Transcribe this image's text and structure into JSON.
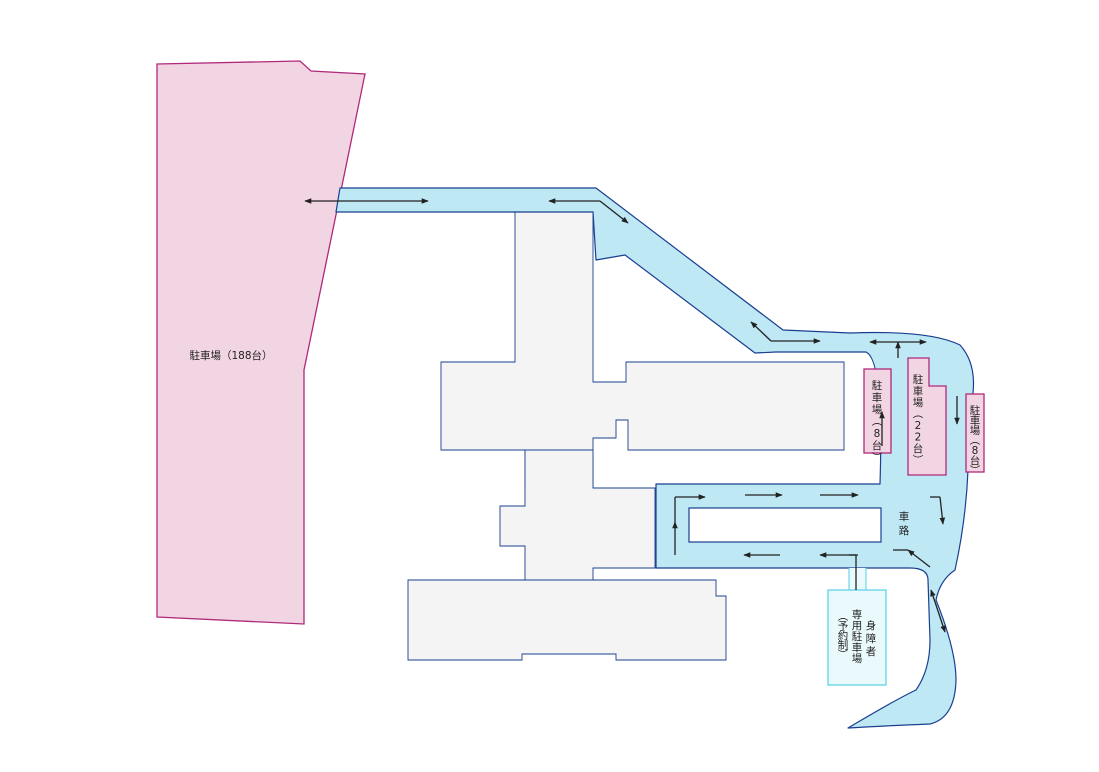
{
  "colors": {
    "parking_fill": "#f2d5e3",
    "parking_stroke": "#b0297a",
    "road_fill": "#bde8f4",
    "road_stroke": "#1a3f8f",
    "building_fill": "#f4f4f4",
    "building_stroke": "#1a3f8f",
    "accessible_fill": "#eaf9fc",
    "accessible_stroke": "#56d0e3",
    "arrow": "#222222"
  },
  "labels": {
    "main_lot": "駐車場（188台）",
    "lot_left_8": [
      "駐",
      "車",
      "場",
      "（",
      "8",
      "台",
      "）"
    ],
    "lot_center_22": [
      "駐",
      "車",
      "場",
      "（",
      "2",
      "2",
      "台",
      "）"
    ],
    "lot_right_8": [
      "駐",
      "車",
      "場",
      "（",
      "8",
      "台",
      "）"
    ],
    "road": [
      "車",
      "路"
    ],
    "accessible_col1": [
      "身",
      "障",
      "者"
    ],
    "accessible_col2": [
      "専",
      "用",
      "駐",
      "車",
      "場"
    ],
    "accessible_col3": [
      "（",
      "予",
      "約",
      "制",
      "）"
    ]
  }
}
